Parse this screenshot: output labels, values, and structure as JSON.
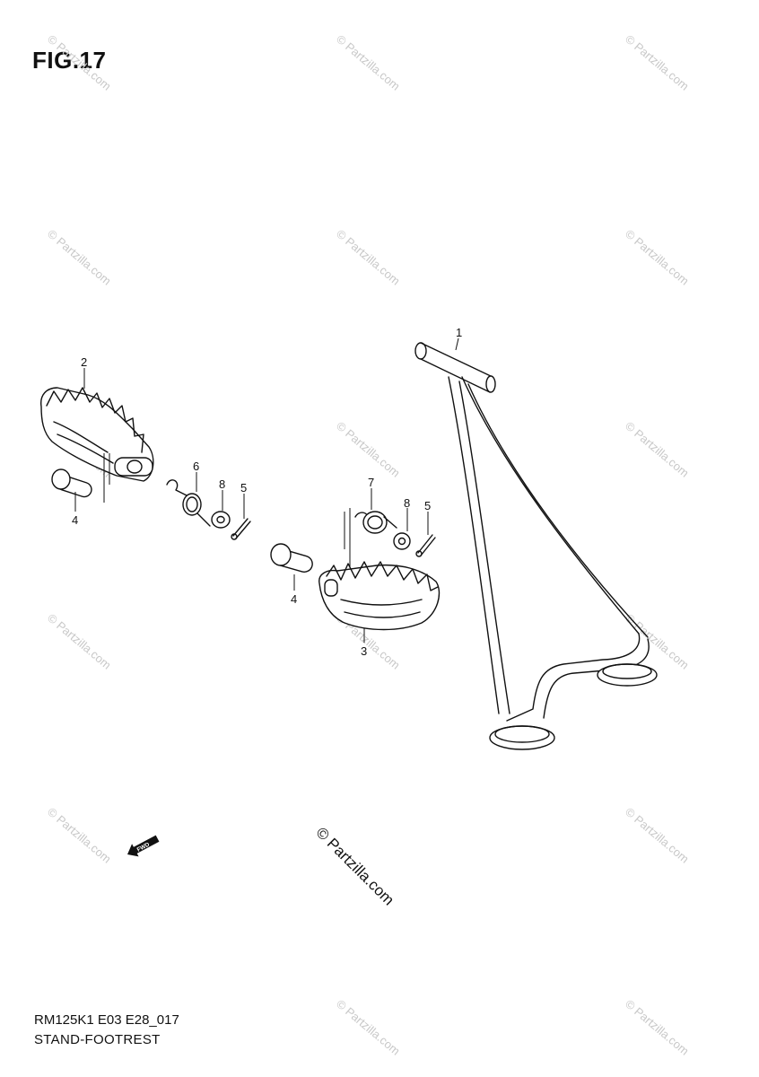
{
  "figure_title": "FIG.17",
  "diagram_code": "RM125K1 E03 E28_017",
  "section_name": "STAND-FOOTREST",
  "watermark": "© Partzilla.com",
  "center_watermark": "© Partzilla.com",
  "fwd_label": "FWD",
  "callouts": {
    "stand": "1",
    "footrest_left": "2",
    "footrest_right": "3",
    "pin_left": "4",
    "pin_right": "4",
    "cotter_left": "5",
    "cotter_right": "5",
    "spring_left": "6",
    "spring_right": "7",
    "washer_left": "8",
    "washer_right": "8"
  }
}
